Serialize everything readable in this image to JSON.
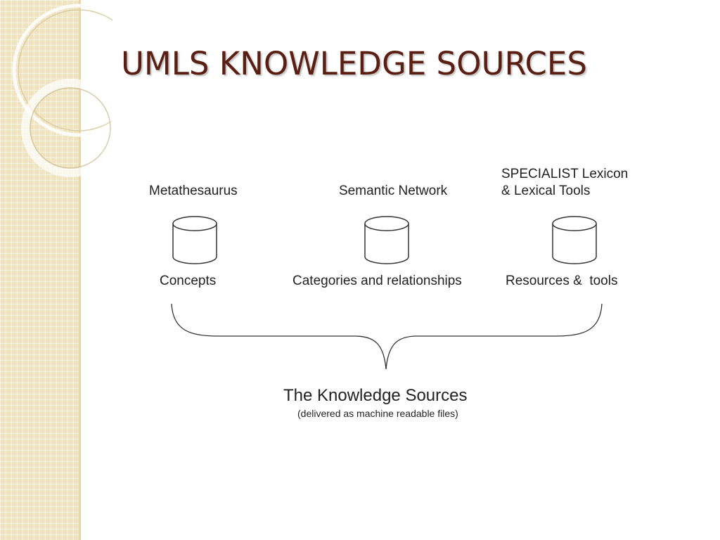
{
  "title": "UMLS KNOWLEDGE SOURCES",
  "sources": [
    {
      "name": "Metathesaurus",
      "content": "Concepts"
    },
    {
      "name": "Semantic Network",
      "content": "Categories and relationships"
    },
    {
      "name": "SPECIALIST Lexicon\n& Lexical Tools",
      "content": "Resources &  tools"
    }
  ],
  "summary": {
    "title": "The Knowledge Sources",
    "subtitle": "(delivered as machine readable files)"
  },
  "colors": {
    "title": "#5a1e12",
    "side_strip": "#efe3c0"
  }
}
